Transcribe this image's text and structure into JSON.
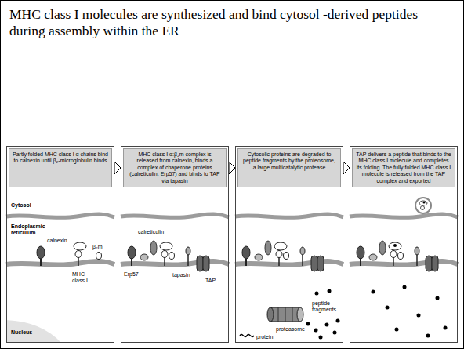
{
  "diagram": {
    "title": "MHC class I molecules are synthesized and bind cytosol -derived peptides during assembly within the ER",
    "nodes": [
      {
        "text": [
          "Partly folded MHC class I α chains bind to calnexin until β₂-microglobulin binds"
        ]
      },
      {
        "text": [
          "MHC class I α:β₂m complex is released from calnexin, binds a complex of chaperone proteins (calreticulin, Erp57) and binds to TAP via tapasin"
        ]
      },
      {
        "text": [
          "Cytosolic proteins are degraded to peptide fragments by the proteosome, a large multicatalytic protease"
        ]
      },
      {
        "text": [
          "TAP delivers a peptide that binds to the MHC class I molecule and completes its folding. The fully folded MHC class I molecule is released from the TAP complex and exported"
        ]
      }
    ],
    "edges": [
      {
        "from": 0,
        "to": 1,
        "arrow": "to"
      },
      {
        "from": 1,
        "to": 2,
        "arrow": "to"
      },
      {
        "from": 2,
        "to": 3,
        "arrow": "to"
      }
    ],
    "labels": [
      "Cytosol",
      "Endoplasmic reticulum",
      "Nucleus",
      "calnexin",
      "MHC class I",
      "β₂m",
      "calreticulin",
      "Erp57",
      "tapasin",
      "TAP",
      "proteasome",
      "protein",
      "peptide fragments"
    ]
  }
}
